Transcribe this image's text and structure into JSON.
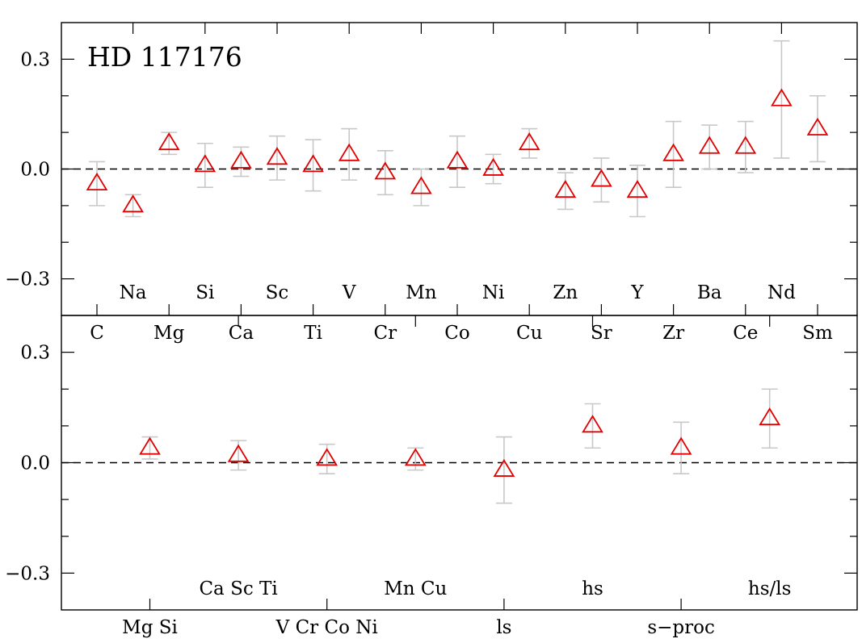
{
  "colors": {
    "marker": "#e00000",
    "errorbar": "#c8c8c8",
    "axis": "#000000"
  },
  "chart_data": [
    {
      "type": "scatter",
      "title": "HD 117176",
      "xlabel": "",
      "ylabel": "",
      "ylim": [
        -0.4,
        0.4
      ],
      "yticks": [
        -0.3,
        0.0,
        0.3
      ],
      "ytick_labels": [
        "−0.3",
        "0.0",
        "0.3"
      ],
      "reference_line": 0.0,
      "marker": "open-triangle",
      "categories": [
        "C",
        "Na",
        "Mg",
        "Si",
        "Ca",
        "Sc",
        "Ti",
        "V",
        "Cr",
        "Mn",
        "Co",
        "Ni",
        "Cu",
        "Zn",
        "Sr",
        "Y",
        "Zr",
        "Ba",
        "Ce",
        "Nd",
        "Sm"
      ],
      "values": [
        -0.04,
        -0.1,
        0.07,
        0.01,
        0.02,
        0.03,
        0.01,
        0.04,
        -0.01,
        -0.05,
        0.02,
        0.0,
        0.07,
        -0.06,
        -0.03,
        -0.06,
        0.04,
        0.06,
        0.06,
        0.19,
        0.11
      ],
      "errors": [
        0.06,
        0.03,
        0.03,
        0.06,
        0.04,
        0.06,
        0.07,
        0.07,
        0.06,
        0.05,
        0.07,
        0.04,
        0.04,
        0.05,
        0.06,
        0.07,
        0.09,
        0.06,
        0.07,
        0.16,
        0.09
      ]
    },
    {
      "type": "scatter",
      "xlabel": "",
      "ylabel": "",
      "ylim": [
        -0.4,
        0.4
      ],
      "yticks": [
        -0.3,
        0.0,
        0.3
      ],
      "ytick_labels": [
        "−0.3",
        "0.0",
        "0.3"
      ],
      "reference_line": 0.0,
      "marker": "open-triangle",
      "categories": [
        "Mg Si",
        "Ca Sc Ti",
        "V Cr Co Ni",
        "Mn Cu",
        "ls",
        "hs",
        "s−proc",
        "hs/ls"
      ],
      "values": [
        0.04,
        0.02,
        0.01,
        0.01,
        -0.02,
        0.1,
        0.04,
        0.12
      ],
      "errors": [
        0.03,
        0.04,
        0.04,
        0.03,
        0.09,
        0.06,
        0.07,
        0.08
      ]
    }
  ]
}
